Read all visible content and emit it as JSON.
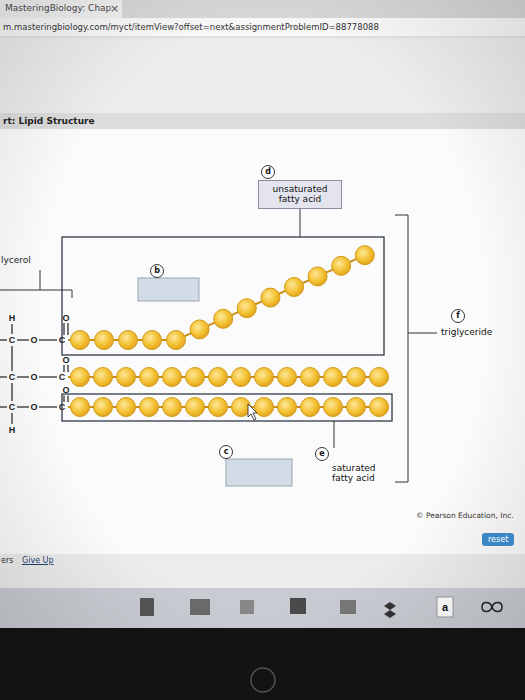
{
  "diagram": {
    "nodes": [
      {
        "text": [
          "d"
        ]
      },
      {
        "text": [
          "unsaturated fatty acid"
        ]
      },
      {
        "text": [
          "b"
        ]
      },
      {
        "text": [
          "f"
        ]
      },
      {
        "text": [
          "triglyceride"
        ]
      },
      {
        "text": [
          "c"
        ]
      },
      {
        "text": [
          "e"
        ]
      },
      {
        "text": [
          "saturated fatty acid"
        ]
      },
      {
        "text": [
          "reset"
        ]
      }
    ],
    "labels": [
      "MasteringBiology: Chap",
      "×",
      "m.masteringbiology.com/myct/itemView?offset=next&assignmentProblemID=88778088",
      "rt: Lipid Structure",
      "lycerol",
      "H",
      "O",
      "C",
      "O",
      "C",
      "O",
      "C",
      "O",
      "C",
      "O",
      "C",
      "O",
      "C",
      "H",
      "© Pearson Education, Inc.",
      "ers",
      "Give Up",
      "a"
    ]
  }
}
